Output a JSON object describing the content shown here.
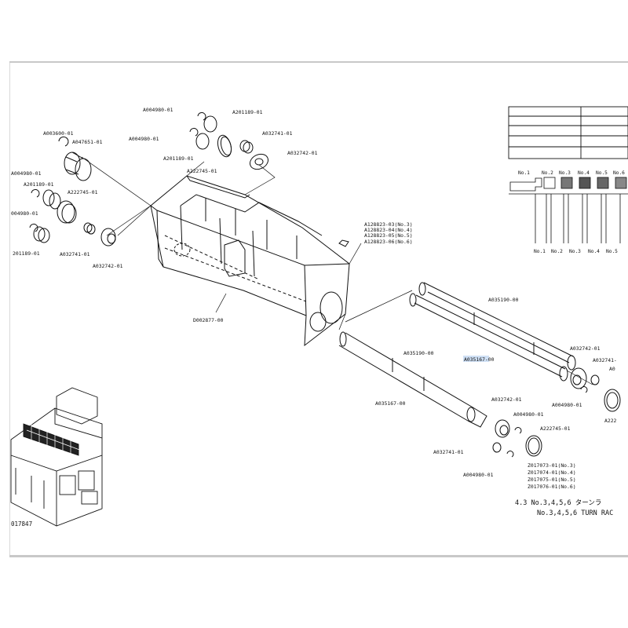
{
  "diagram": {
    "left_assembly_labels": {
      "a003600": "A003600-01",
      "a047651": "A047651-01",
      "a004980_l": "A004980-01",
      "a201189_l1": "A201189-01",
      "a222745_l": "A222745-01",
      "a004980_l2": "004980-01",
      "a201189_l2": "201189-01",
      "a032741_l": "A032741-01",
      "a032742_l": "A032742-01"
    },
    "top_gear_labels": {
      "a004980_t1": "A004980-01",
      "a201189_t1": "A201189-01",
      "a004980_t2": "A004980-01",
      "a032741_t": "A032741-01",
      "a201189_t2": "A201189-01",
      "a032742_t": "A032742-01",
      "a222745_t": "A222745-01"
    },
    "tank_label": "D002877-00",
    "tank_variant_labels": [
      "A128823-03(No.3)",
      "A128823-04(No.4)",
      "A128823-05(No.5)",
      "A128823-06(No.6)"
    ],
    "upper_roller": {
      "a035190": "A035190-00",
      "a035167": "A035167-00",
      "a032742": "A032742-01",
      "a032741": "A032741-",
      "a004980": "A004980-01",
      "a00_partial": "A0",
      "a222_partial": "A222"
    },
    "lower_roller": {
      "a035190": "A035190-00",
      "a035167": "A035167-00",
      "a032742": "A032742-01",
      "a004980_a": "A004980-01",
      "a222745": "A222745-01",
      "a032741": "A032741-01",
      "a004980_b": "A004980-01"
    },
    "variant_numbers": [
      "Z017073-01(No.3)",
      "Z017074-01(No.4)",
      "Z017075-01(No.5)",
      "Z017076-01(No.6)"
    ],
    "legend_top": [
      "No.1",
      "No.2",
      "No.3",
      "No.4",
      "No.5",
      "No.6"
    ],
    "legend_bottom": [
      "No.1",
      "No.2",
      "No.3",
      "No.4",
      "No.5"
    ],
    "caption_line1": "4.3 No.3,4,5,6 ターンラ",
    "caption_line2": "No.3,4,5,6 TURN RAC",
    "figure_number": "017847"
  }
}
